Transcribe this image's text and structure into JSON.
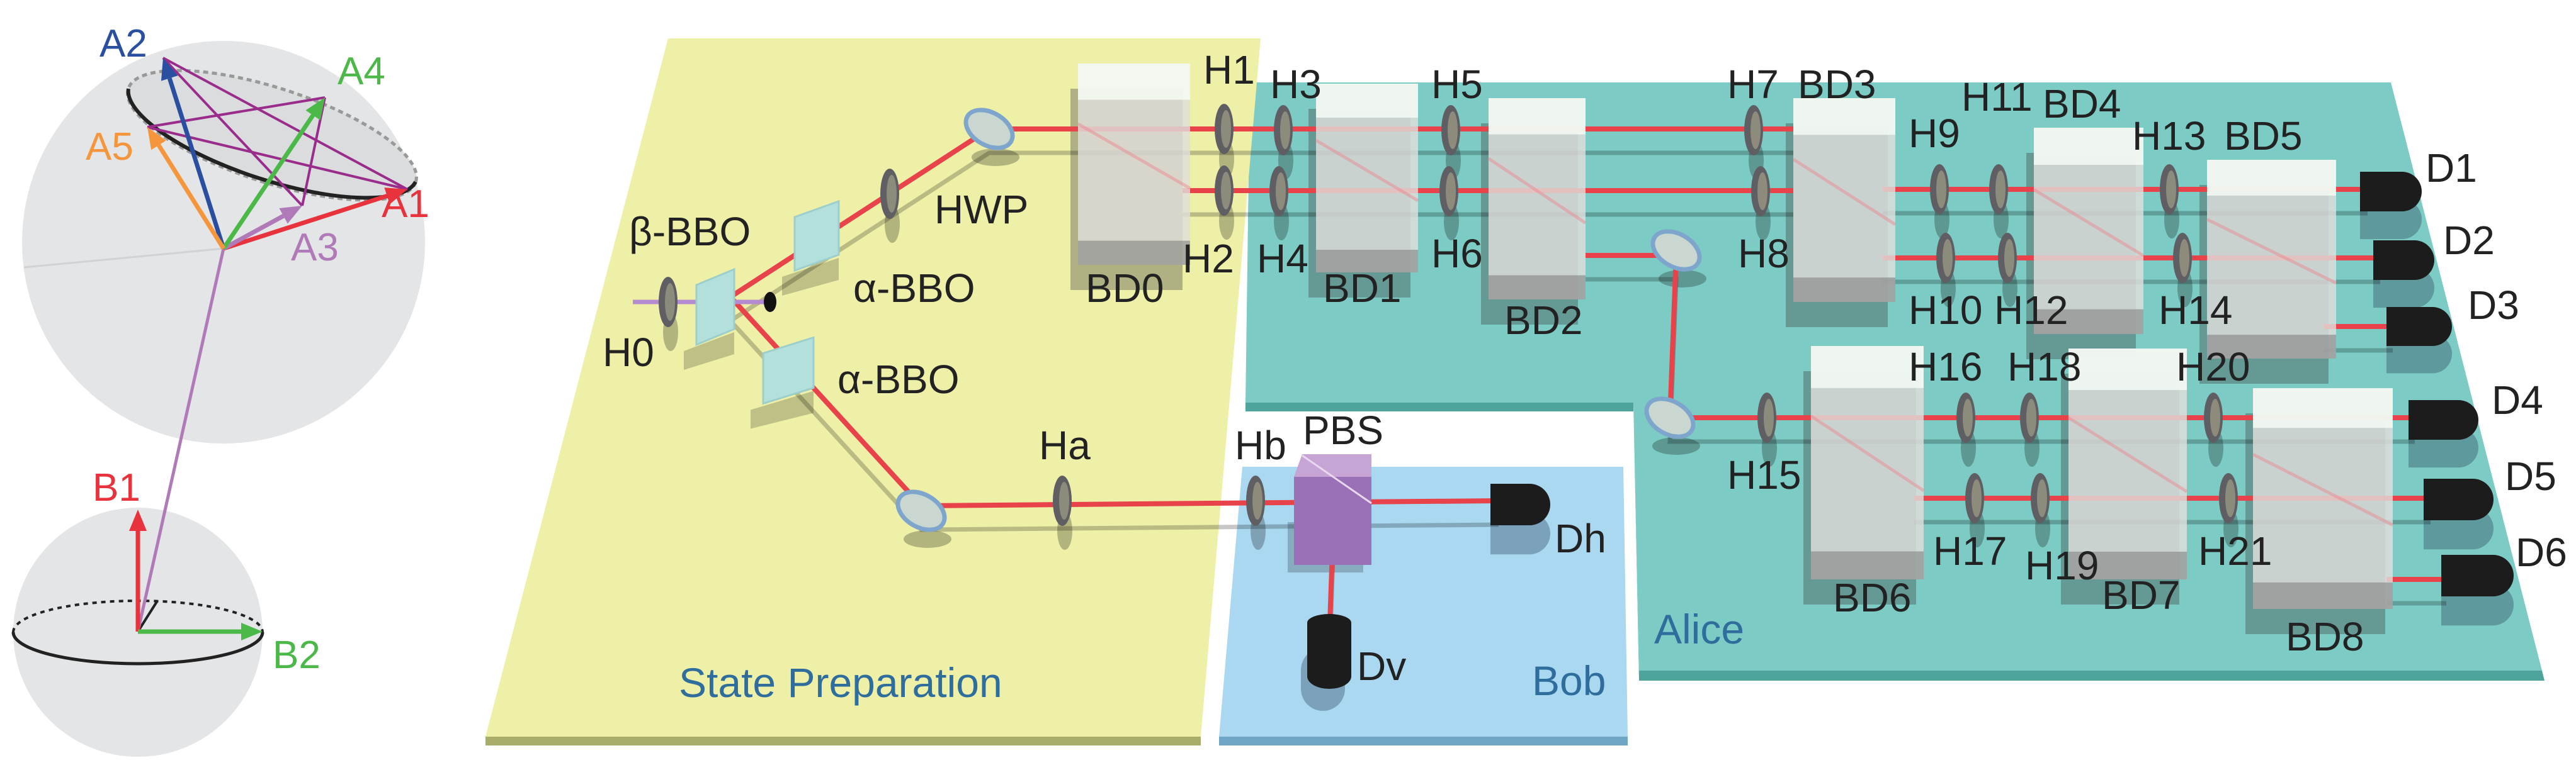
{
  "bloch": {
    "alice": {
      "A1": "A1",
      "A2": "A2",
      "A3": "A3",
      "A4": "A4",
      "A5": "A5"
    },
    "bob": {
      "B1": "B1",
      "B2": "B2"
    }
  },
  "setup": {
    "regions": {
      "state_preparation": "State Preparation",
      "bob": "Bob",
      "alice": "Alice"
    },
    "source": {
      "beta_bbo": "β-BBO",
      "alpha_bbo_upper": "α-BBO",
      "alpha_bbo_lower": "α-BBO",
      "hwp": "HWP",
      "pbs": "PBS"
    },
    "waveplates": {
      "H0": "H0",
      "H1": "H1",
      "H2": "H2",
      "H3": "H3",
      "H4": "H4",
      "H5": "H5",
      "H6": "H6",
      "H7": "H7",
      "H8": "H8",
      "H9": "H9",
      "H10": "H10",
      "H11": "H11",
      "H12": "H12",
      "H13": "H13",
      "H14": "H14",
      "H15": "H15",
      "H16": "H16",
      "H17": "H17",
      "H18": "H18",
      "H19": "H19",
      "H20": "H20",
      "H21": "H21",
      "Ha": "Ha",
      "Hb": "Hb"
    },
    "beam_displacers": {
      "BD0": "BD0",
      "BD1": "BD1",
      "BD2": "BD2",
      "BD3": "BD3",
      "BD4": "BD4",
      "BD5": "BD5",
      "BD6": "BD6",
      "BD7": "BD7",
      "BD8": "BD8"
    },
    "detectors": {
      "D1": "D1",
      "D2": "D2",
      "D3": "D3",
      "D4": "D4",
      "D5": "D5",
      "D6": "D6",
      "Dh": "Dh",
      "Dv": "Dv"
    }
  },
  "colors": {
    "A1": "#e8323c",
    "A2": "#2b4fa0",
    "A3": "#b07ab8",
    "A4": "#4cb848",
    "A5": "#f5963c",
    "B1": "#e8323c",
    "B2": "#4cb848",
    "pentagram": "#9a2c8c",
    "beam": "#e8424a",
    "pump": "#b48ad0",
    "state_preparation_table": "#eef0a8",
    "alice_table": "#7ccbc4",
    "bob_table": "#a9d8f0",
    "region_text": "#2e6d9c"
  }
}
